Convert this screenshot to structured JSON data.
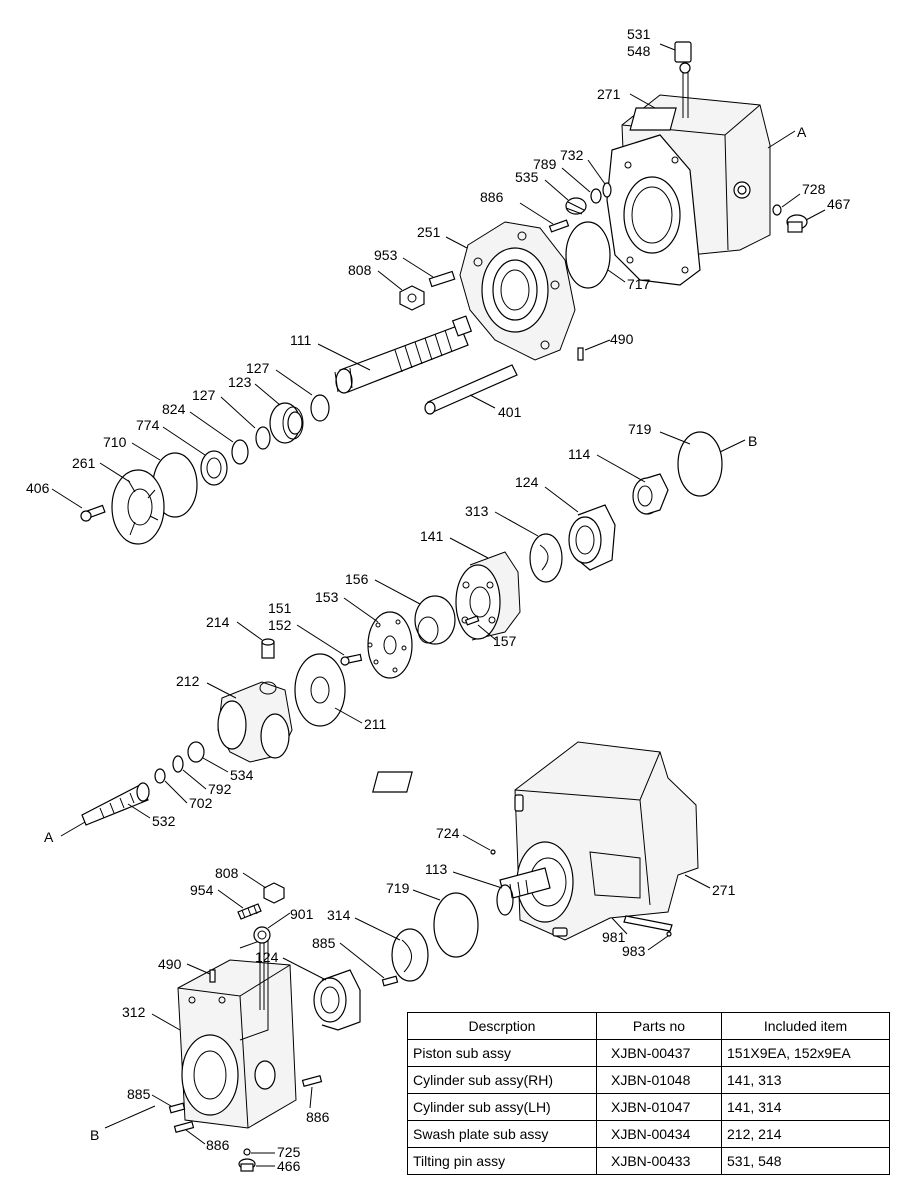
{
  "callouts": [
    {
      "text": "531"
    },
    {
      "text": "548"
    },
    {
      "text": "271"
    },
    {
      "text": "A"
    },
    {
      "text": "732"
    },
    {
      "text": "789"
    },
    {
      "text": "535"
    },
    {
      "text": "728"
    },
    {
      "text": "467"
    },
    {
      "text": "886"
    },
    {
      "text": "251"
    },
    {
      "text": "953"
    },
    {
      "text": "808"
    },
    {
      "text": "717"
    },
    {
      "text": "490"
    },
    {
      "text": "111"
    },
    {
      "text": "127"
    },
    {
      "text": "123"
    },
    {
      "text": "127"
    },
    {
      "text": "824"
    },
    {
      "text": "774"
    },
    {
      "text": "710"
    },
    {
      "text": "261"
    },
    {
      "text": "406"
    },
    {
      "text": "401"
    },
    {
      "text": "719"
    },
    {
      "text": "B"
    },
    {
      "text": "114"
    },
    {
      "text": "124"
    },
    {
      "text": "313"
    },
    {
      "text": "141"
    },
    {
      "text": "156"
    },
    {
      "text": "153"
    },
    {
      "text": "151"
    },
    {
      "text": "152"
    },
    {
      "text": "157"
    },
    {
      "text": "214"
    },
    {
      "text": "212"
    },
    {
      "text": "211"
    },
    {
      "text": "534"
    },
    {
      "text": "792"
    },
    {
      "text": "702"
    },
    {
      "text": "532"
    },
    {
      "text": "A"
    },
    {
      "text": "724"
    },
    {
      "text": "113"
    },
    {
      "text": "271"
    },
    {
      "text": "719"
    },
    {
      "text": "981"
    },
    {
      "text": "983"
    },
    {
      "text": "808"
    },
    {
      "text": "954"
    },
    {
      "text": "901"
    },
    {
      "text": "314"
    },
    {
      "text": "885"
    },
    {
      "text": "124"
    },
    {
      "text": "490"
    },
    {
      "text": "312"
    },
    {
      "text": "885"
    },
    {
      "text": "B"
    },
    {
      "text": "886"
    },
    {
      "text": "886"
    },
    {
      "text": "725"
    },
    {
      "text": "466"
    }
  ],
  "table": {
    "headers": [
      "Descrption",
      "Parts no",
      "Included item"
    ],
    "rows": [
      [
        "Piston sub assy",
        "XJBN-00437",
        "151X9EA, 152x9EA"
      ],
      [
        "Cylinder sub assy(RH)",
        "XJBN-01048",
        "141, 313"
      ],
      [
        "Cylinder sub assy(LH)",
        "XJBN-01047",
        "141, 314"
      ],
      [
        "Swash plate sub assy",
        "XJBN-00434",
        "212, 214"
      ],
      [
        "Tilting pin assy",
        "XJBN-00433",
        "531, 548"
      ]
    ]
  }
}
